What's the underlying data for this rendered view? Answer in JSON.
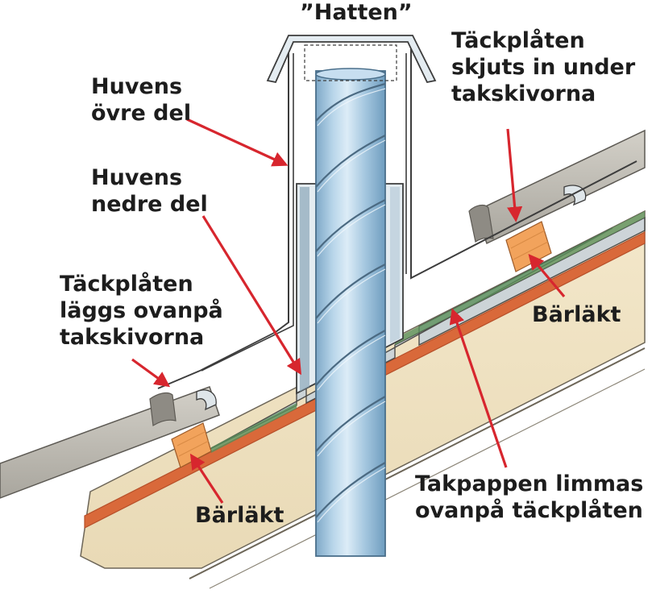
{
  "labels": {
    "hatten": "”Hatten”",
    "huvens_ovre_1": "Huvens",
    "huvens_ovre_2": "övre del",
    "huvens_nedre_1": "Huvens",
    "huvens_nedre_2": "nedre del",
    "tackplaten_ovanpa_1": "Täckplåten",
    "tackplaten_ovanpa_2": "läggs ovanpå",
    "tackplaten_ovanpa_3": "takskivorna",
    "tackplaten_under_1": "Täckplåten",
    "tackplaten_under_2": "skjuts in under",
    "tackplaten_under_3": "takskivorna",
    "barlakt_left": "Bärläkt",
    "barlakt_right": "Bärläkt",
    "takpappen_1": "Takpappen limmas",
    "takpappen_2": "ovanpå täckplåten"
  },
  "colors": {
    "arrow": "#d7262e",
    "outline": "#3c3c3c",
    "roof_board": "#efe2c3",
    "felt": "#d9693a",
    "felt_dark": "#b7502a",
    "batten": "#f2a35c",
    "tile": "#bdbab1",
    "tile_dark": "#8e8b84",
    "pipe": "#a9cbe3",
    "pipe_light": "#d6e9f5",
    "pipe_dark": "#6f9dbf",
    "hood": "#e4ecf1",
    "text": "#1d1d1d"
  }
}
